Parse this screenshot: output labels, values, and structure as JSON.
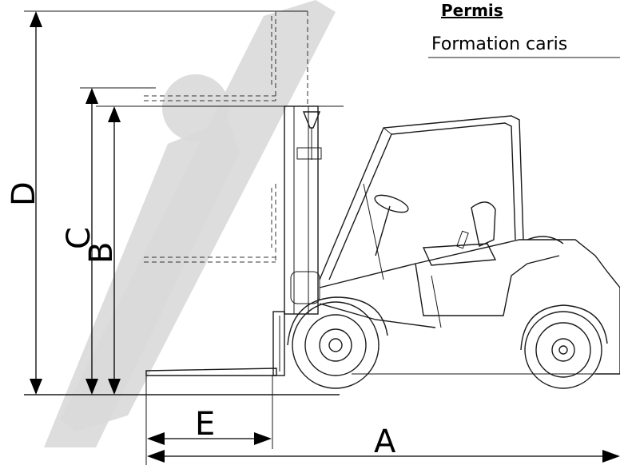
{
  "header": {
    "heading": "Permis",
    "subtext": "Formation caris"
  },
  "dimensions": {
    "A": "A",
    "B": "B",
    "C": "C",
    "D": "D",
    "E": "E"
  },
  "watermark": {
    "color": "#d9d9d9"
  }
}
